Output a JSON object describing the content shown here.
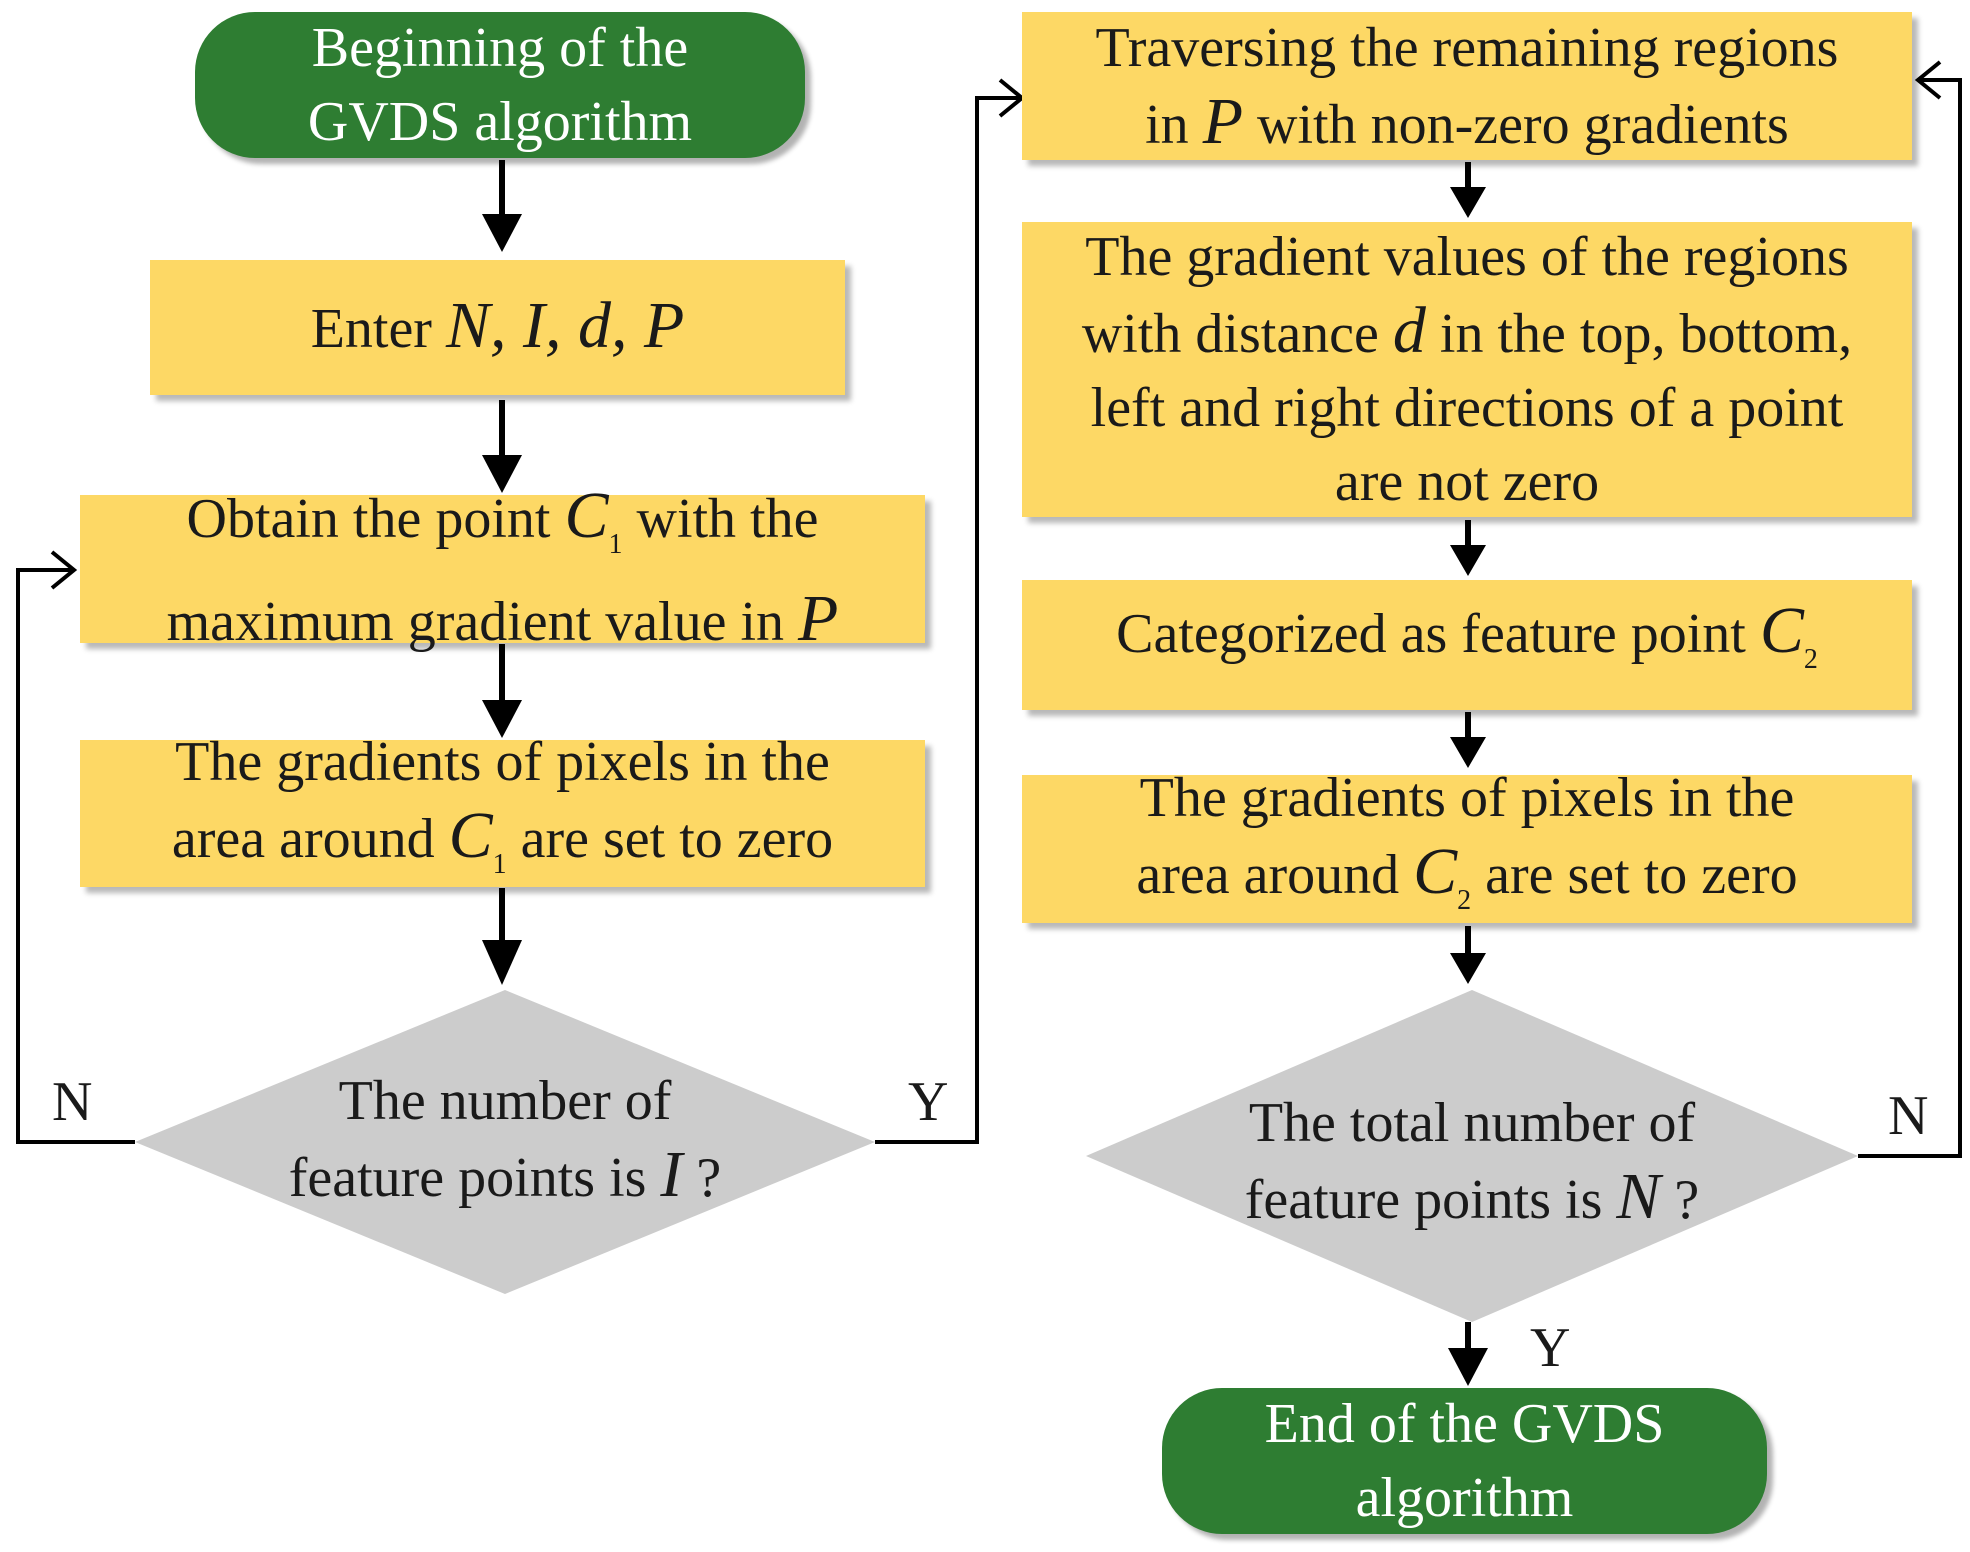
{
  "left": {
    "start": {
      "line1": "Beginning of the",
      "line2": "GVDS algorithm"
    },
    "enter": {
      "prefix": "Enter ",
      "vars": "N, I, d, P"
    },
    "obtain": {
      "a": "Obtain the point ",
      "sym": "C",
      "sub": "1",
      "b": " with the",
      "line2a": "maximum gradient value in ",
      "line2b": "P"
    },
    "gradients": {
      "line1": "The gradients of pixels in the",
      "a": "area around ",
      "sym": "C",
      "sub": "1",
      "b": " are set to zero"
    },
    "decision": {
      "line1": "The number of",
      "a": "feature points is ",
      "sym": "I",
      "b": " ?"
    },
    "label_no": "N",
    "label_yes": "Y"
  },
  "right": {
    "traverse": {
      "line1": "Traversing the remaining regions",
      "a": "in ",
      "sym": "P",
      "b": " with non-zero gradients"
    },
    "nonzero": {
      "line1": "The gradient values of the regions",
      "a": "with distance ",
      "sym": "d",
      "b": " in the top, bottom,",
      "line3": "left and right directions of a point",
      "line4": "are not zero"
    },
    "categorize": {
      "a": "Categorized as feature point ",
      "sym": "C",
      "sub": "2"
    },
    "gradients": {
      "line1": "The gradients of pixels in the",
      "a": "area around ",
      "sym": "C",
      "sub": "2",
      "b": " are set to zero"
    },
    "decision": {
      "line1": "The total number of",
      "a": "feature points is ",
      "sym": "N",
      "b": " ?"
    },
    "label_no": "N",
    "label_yes": "Y",
    "end": {
      "line1": "End of  the GVDS",
      "line2": "algorithm"
    }
  },
  "colors": {
    "process": "#fdd865",
    "terminal": "#2e7d32",
    "decision": "#cccccc",
    "line": "#000000"
  }
}
